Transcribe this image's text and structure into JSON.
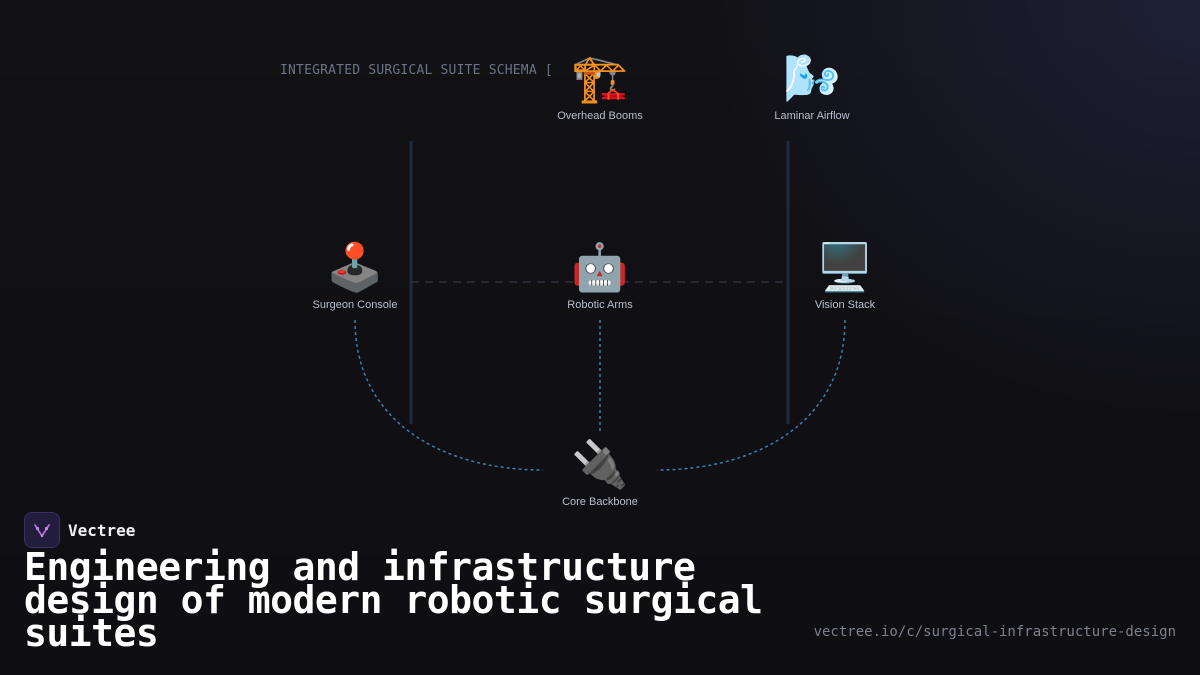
{
  "diagram": {
    "schema_label": "INTEGRATED SURGICAL SUITE SCHEMA [",
    "nodes": {
      "overhead_booms": {
        "icon": "🏗️",
        "icon_name": "crane-icon",
        "label": "Overhead Booms"
      },
      "laminar_airflow": {
        "icon": "🌬️",
        "icon_name": "wind-face-icon",
        "label": "Laminar Airflow"
      },
      "surgeon_console": {
        "icon": "🕹️",
        "icon_name": "joystick-icon",
        "label": "Surgeon Console"
      },
      "robotic_arms": {
        "icon": "🤖",
        "icon_name": "robot-icon",
        "label": "Robotic Arms"
      },
      "vision_stack": {
        "icon": "🖥️",
        "icon_name": "desktop-computer-icon",
        "label": "Vision Stack"
      },
      "core_backbone": {
        "icon": "🔌",
        "icon_name": "electric-plug-icon",
        "label": "Core Backbone"
      }
    },
    "colors": {
      "wire": "#3a7fa8",
      "rail": "#1e2a3d",
      "center_line": "#3c4250"
    }
  },
  "brand": {
    "name": "Vectree",
    "logo_icon": "vectree-logo-icon"
  },
  "headline": "Engineering and infrastructure design of modern robotic surgical suites",
  "url": "vectree.io/c/surgical-infrastructure-design"
}
